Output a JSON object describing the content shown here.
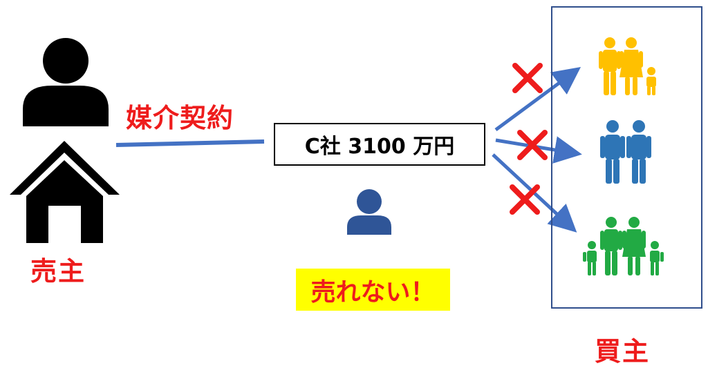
{
  "labels": {
    "contract": "媒介契約",
    "seller": "売主",
    "buyer": "買主",
    "price": "C社 3100 万円",
    "unsold": "売れない！"
  },
  "icons": {
    "seller_person": "person-icon",
    "seller_house": "house-icon",
    "agent": "person-icon",
    "buyer_family_top": "family-icon",
    "buyer_couple": "couple-icon",
    "buyer_family_bottom": "family-icon",
    "reject_marks": "cross-icon"
  },
  "colors": {
    "accent_red": "#ee1c1c",
    "arrow_blue": "#4472c4",
    "agent_blue": "#2f5597",
    "family_yellow": "#ffc000",
    "couple_blue": "#2e75b6",
    "family_green": "#22aa44",
    "highlight_yellow": "#ffff00",
    "frame_blue": "#2f4e8c"
  }
}
